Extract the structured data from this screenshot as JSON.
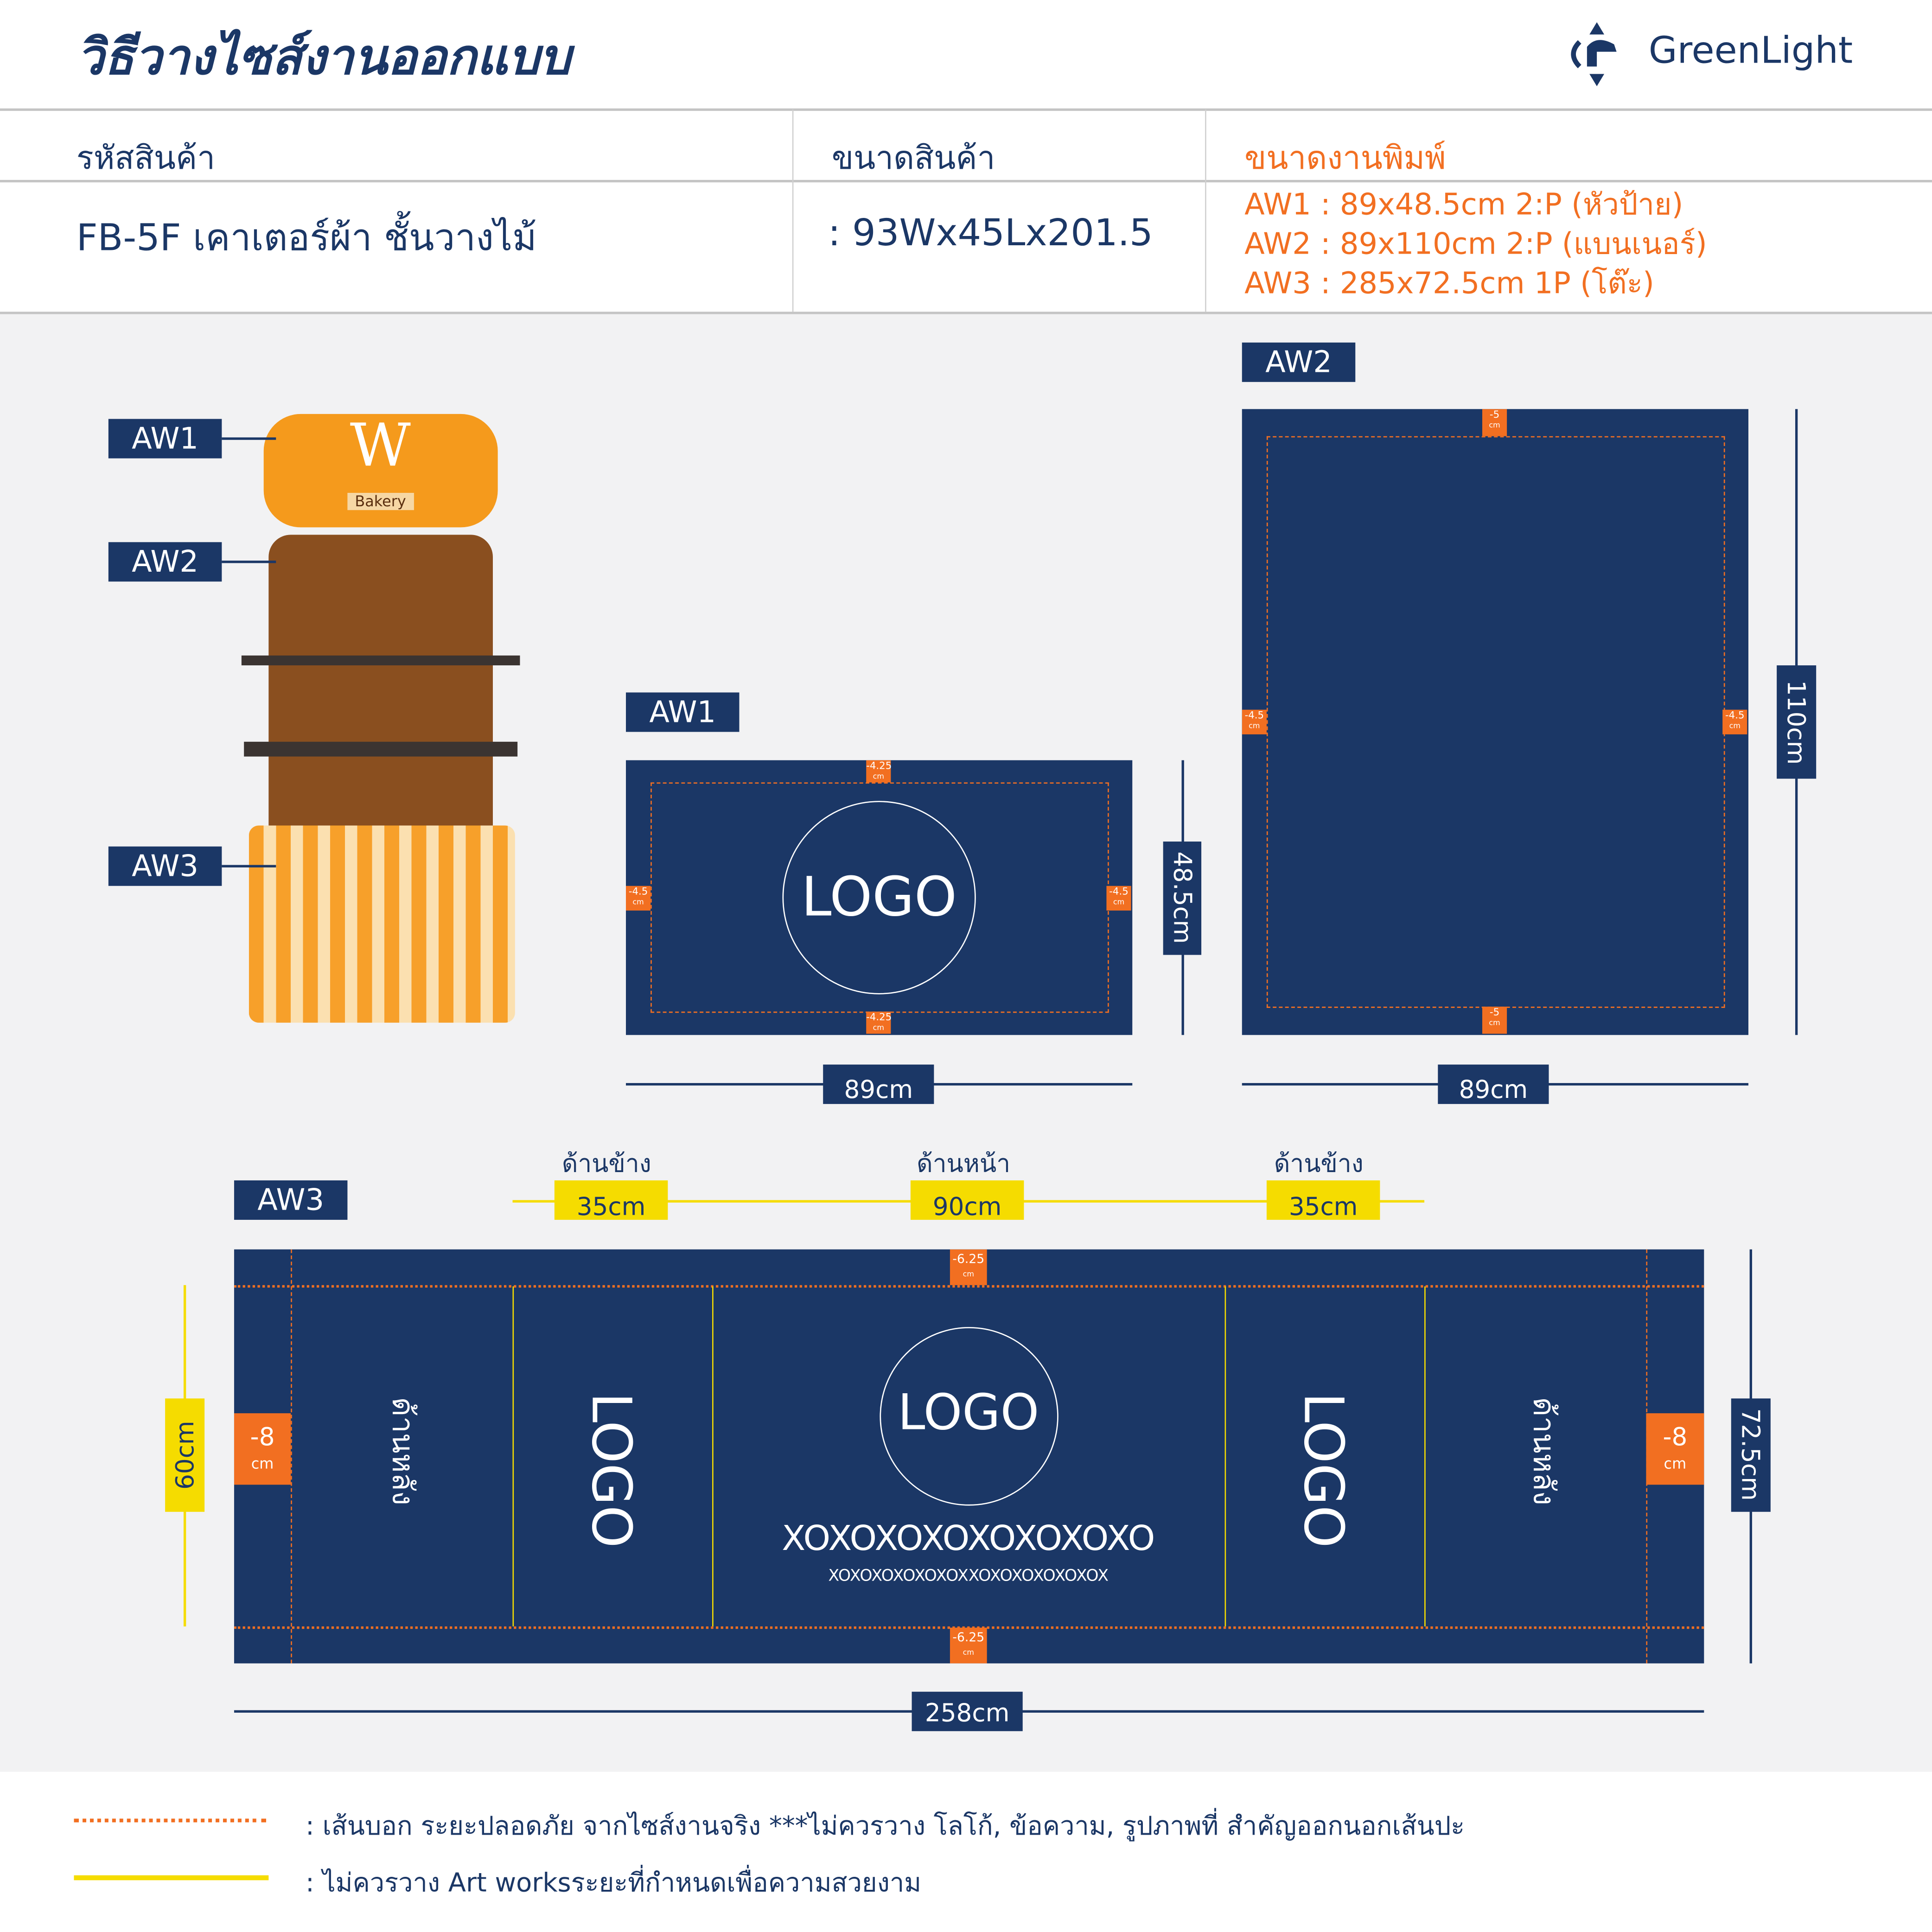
{
  "header": {
    "title": "วิธีวางไซส์งานออกแบบ",
    "brand": "GreenLight"
  },
  "table": {
    "headers": [
      "รหัสสินค้า",
      "ขนาดสินค้า",
      "ขนาดงานพิมพ์"
    ],
    "product_code": "FB-5F เคาเตอร์ผ้า ชั้นวางไม้",
    "product_size": ": 93Wx45Lx201.5",
    "print_sizes": [
      "AW1 : 89x48.5cm 2:P (หัวป้าย)",
      "AW2 : 89x110cm 2:P (แบนเนอร์)",
      "AW3 : 285x72.5cm 1P (โต๊ะ)"
    ]
  },
  "product": {
    "labels": [
      "AW1",
      "AW2",
      "AW3"
    ],
    "sign_letter": "W",
    "sign_text": "Bakery"
  },
  "aw1": {
    "label": "AW1",
    "logo": "LOGO",
    "bleed_top": "-4.25",
    "bleed_bottom": "-4.25",
    "bleed_side": "-4.5",
    "unit": "cm",
    "width": "89cm",
    "height": "48.5cm"
  },
  "aw2": {
    "label": "AW2",
    "bleed_top": "-5",
    "bleed_bottom": "-5",
    "bleed_side": "-4.5",
    "unit": "cm",
    "width": "89cm",
    "height": "110cm"
  },
  "aw3": {
    "label": "AW3",
    "sections": [
      "ด้านข้าง",
      "ด้านหน้า",
      "ด้านข้าง"
    ],
    "section_widths": [
      "35cm",
      "90cm",
      "35cm"
    ],
    "back": "ด้านหลัง",
    "logo": "LOGO",
    "text_main": "XOXOXOXOXOXOXOXO",
    "text_sub": "XOXOXOXOXOXOXXOXOXOXOXOXOX",
    "bleed_top": "-6.25",
    "bleed_bottom": "-6.25",
    "bleed_side": "-8",
    "unit": "cm",
    "width": "258cm",
    "height": "72.5cm",
    "safe_height": "60cm"
  },
  "legend": [
    {
      "text": ": เส้นบอก ระยะปลอดภัย จากไซส์งานจริง ***ไม่ควรวาง  โลโก้, ข้อความ, รูปภาพที่ สำคัญออกนอกเส้นปะ",
      "color": "#f26f21"
    },
    {
      "text": ": ไม่ควรวาง Art worksระยะที่กำหนดเพื่อความสวยงาม",
      "color": "#f5dc00"
    }
  ],
  "colors": {
    "navy": "#1b3766",
    "orange": "#f26f21",
    "yellow": "#f5dc00"
  }
}
